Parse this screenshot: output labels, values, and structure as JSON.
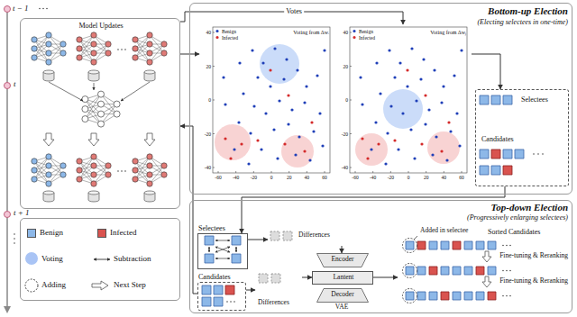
{
  "diagram": {
    "nodes": [
      {
        "text": [
          "Model Updates"
        ]
      },
      {
        "text": [
          "Bottom-up Election",
          "(Electing selectees in one-time)"
        ]
      },
      {
        "text": [
          "Benign",
          "Infected",
          "Voting from Δwᵢ"
        ],
        "in": 1
      },
      {
        "text": [
          "Benign",
          "Infected",
          "Voting from Δwⱼ"
        ],
        "in": 1
      },
      {
        "text": [
          "Selectees",
          "Candidates"
        ],
        "in": 1
      },
      {
        "text": [
          "Top-down Election",
          "(Progressively enlarging selectees)"
        ]
      },
      {
        "text": [
          "Selectees"
        ],
        "in": 5
      },
      {
        "text": [
          "Candidates"
        ],
        "in": 5
      },
      {
        "text": [
          "Differences"
        ],
        "in": 5
      },
      {
        "text": [
          "Differences"
        ],
        "in": 5
      },
      {
        "text": [
          "Encoder"
        ],
        "in": 5
      },
      {
        "text": [
          "Lantent"
        ],
        "in": 5
      },
      {
        "text": [
          "Decoder"
        ],
        "in": 5
      },
      {
        "text": [
          "Sorted Candidates"
        ],
        "in": 5
      }
    ],
    "edges": [
      {
        "from": 0,
        "to": 2,
        "arrow": "to"
      },
      {
        "from": 0,
        "to": 3,
        "label": "Votes",
        "arrow": "to"
      },
      {
        "from": 3,
        "to": 4,
        "arrow": "to"
      },
      {
        "from": 4,
        "to": 6,
        "arrow": "to"
      },
      {
        "from": 7,
        "to": 0,
        "arrow": "to"
      },
      {
        "from": 6,
        "to": 8,
        "arrow": "to"
      },
      {
        "from": 8,
        "to": 10,
        "arrow": "to"
      },
      {
        "from": 7,
        "to": 9,
        "arrow": "to"
      },
      {
        "from": 9,
        "to": 11,
        "arrow": "to"
      },
      {
        "from": 11,
        "to": 13,
        "arrow": "to"
      }
    ],
    "labels": [
      "t − 1",
      "t",
      "t + 1",
      "-60",
      "-40",
      "-20",
      "0",
      "20",
      "40",
      "60",
      "40",
      "20",
      "0",
      "-20",
      "-40",
      "-60",
      "-40",
      "-20",
      "0",
      "20",
      "40",
      "60",
      "40",
      "20",
      "0",
      "-20",
      "-40",
      "Added in selectee",
      "Fine-tuning & Reranking",
      "Fine-tuning & Reranking",
      "VAE"
    ],
    "legend": [
      {
        "text": "Benign",
        "color": "#8db8e8"
      },
      {
        "text": "Infected",
        "color": "#d9534f"
      },
      {
        "text": "Voting",
        "color": "#a9c4f5"
      },
      {
        "text": "Subtraction"
      },
      {
        "text": "Adding"
      },
      {
        "text": "Next Step"
      }
    ]
  }
}
